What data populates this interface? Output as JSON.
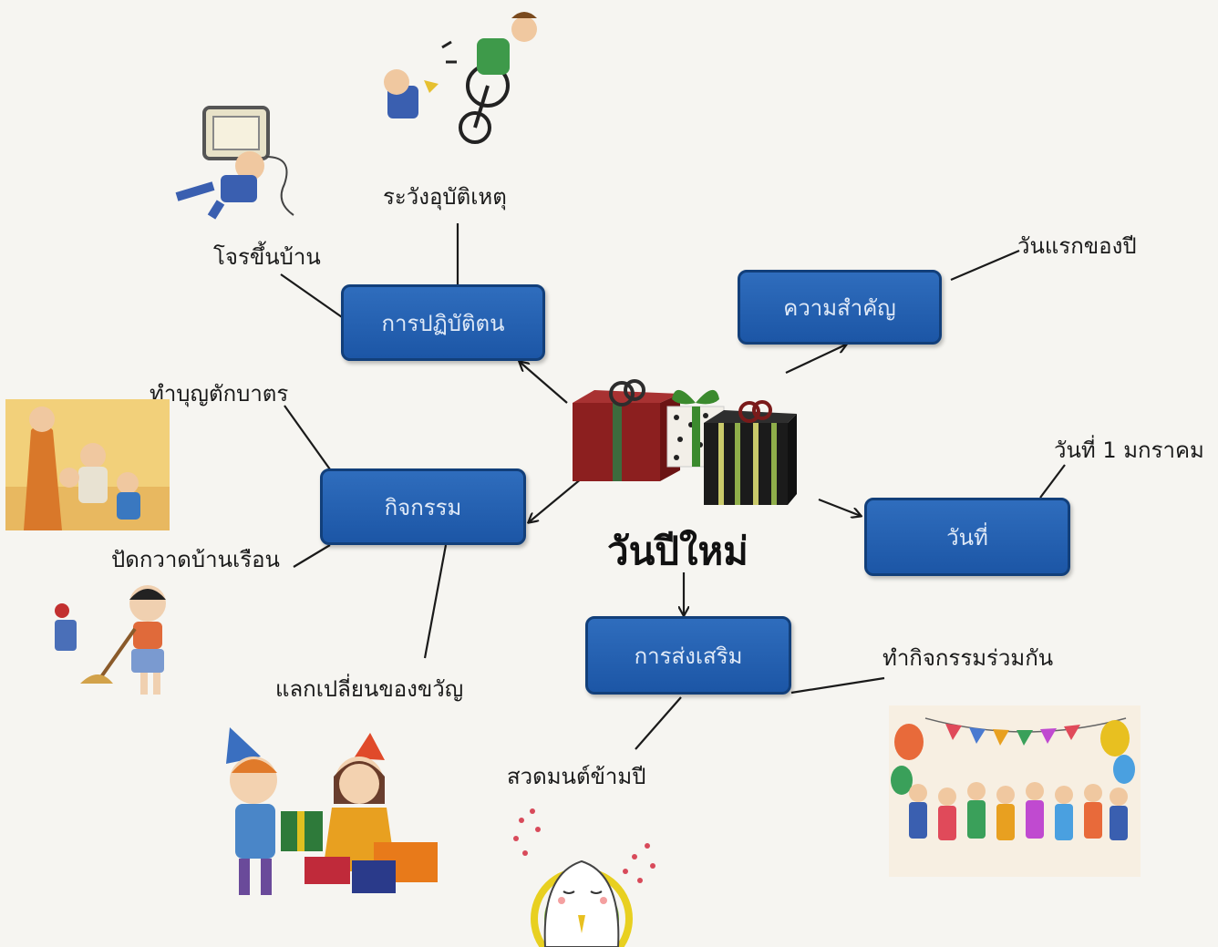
{
  "center": {
    "title": "วันปีใหม่",
    "icon": "gift-boxes-icon"
  },
  "nodes": {
    "practice": "การปฏิบัติตน",
    "importance": "ความสำคัญ",
    "activities": "กิจกรรม",
    "date": "วันที่",
    "promotion": "การส่งเสริม"
  },
  "leaves": {
    "accident": "ระวังอุบัติเหตุ",
    "burglar": "โจรขึ้นบ้าน",
    "first_day": "วันแรกของปี",
    "merit": "ทำบุญตักบาตร",
    "jan1": "วันที่ 1 มกราคม",
    "cleaning": "ปัดกวาดบ้านเรือน",
    "gifts": "แลกเปลี่ยนของขวัญ",
    "together": "ทำกิจกรรมร่วมกัน",
    "prayer": "สวดมนต์ข้ามปี"
  },
  "colors": {
    "node_fill": "#2563b0",
    "node_border": "#123f7a",
    "node_text": "#dfe9f7",
    "line": "#1a1a1a"
  }
}
